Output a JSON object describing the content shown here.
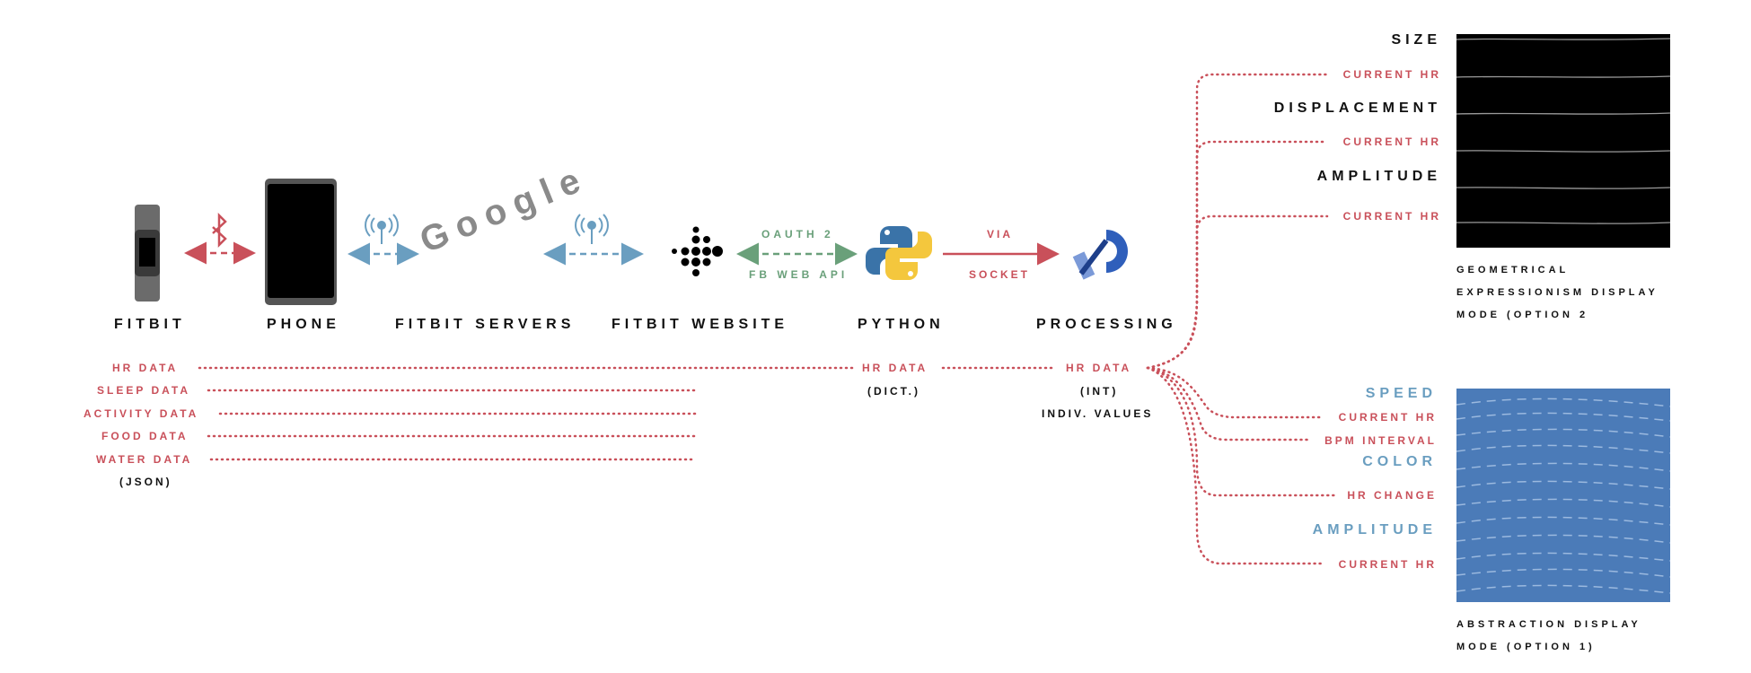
{
  "stages": {
    "fitbit": "FITBIT",
    "phone": "PHONE",
    "servers": "FITBIT SERVERS",
    "website": "FITBIT WEBSITE",
    "python": "PYTHON",
    "processing": "PROCESSING"
  },
  "google_wordmark": "Google",
  "links": {
    "oauth": "OAUTH 2",
    "fbapi": "FB WEB API",
    "via": "VIA",
    "socket": "SOCKET"
  },
  "json_data": {
    "items": [
      "HR DATA",
      "SLEEP DATA",
      "ACTIVITY DATA",
      "FOOD DATA",
      "WATER DATA"
    ],
    "format": "(JSON)"
  },
  "python_data": {
    "label": "HR DATA",
    "format": "(DICT.)"
  },
  "processing_data": {
    "label": "HR DATA",
    "format": "(INT)",
    "note": "INDIV. VALUES"
  },
  "option2": {
    "mappings": [
      {
        "property": "SIZE",
        "source": "CURRENT HR"
      },
      {
        "property": "DISPLACEMENT",
        "source": "CURRENT HR"
      },
      {
        "property": "AMPLITUDE",
        "source": "CURRENT HR"
      }
    ],
    "caption": "GEOMETRICAL EXPRESSIONISM DISPLAY MODE (OPTION 2"
  },
  "option1": {
    "mappings": [
      {
        "property": "SPEED",
        "sources": [
          "CURRENT HR",
          "BPM INTERVAL"
        ]
      },
      {
        "property": "COLOR",
        "sources": [
          "HR CHANGE"
        ]
      },
      {
        "property": "AMPLITUDE",
        "sources": [
          "CURRENT HR"
        ]
      }
    ],
    "caption": "ABSTRACTION DISPLAY MODE (OPTION 1)"
  },
  "colors": {
    "red": "#c9505a",
    "blue": "#6a9ec0",
    "green": "#6aa07a",
    "panel_blue": "#4b7bb8"
  }
}
